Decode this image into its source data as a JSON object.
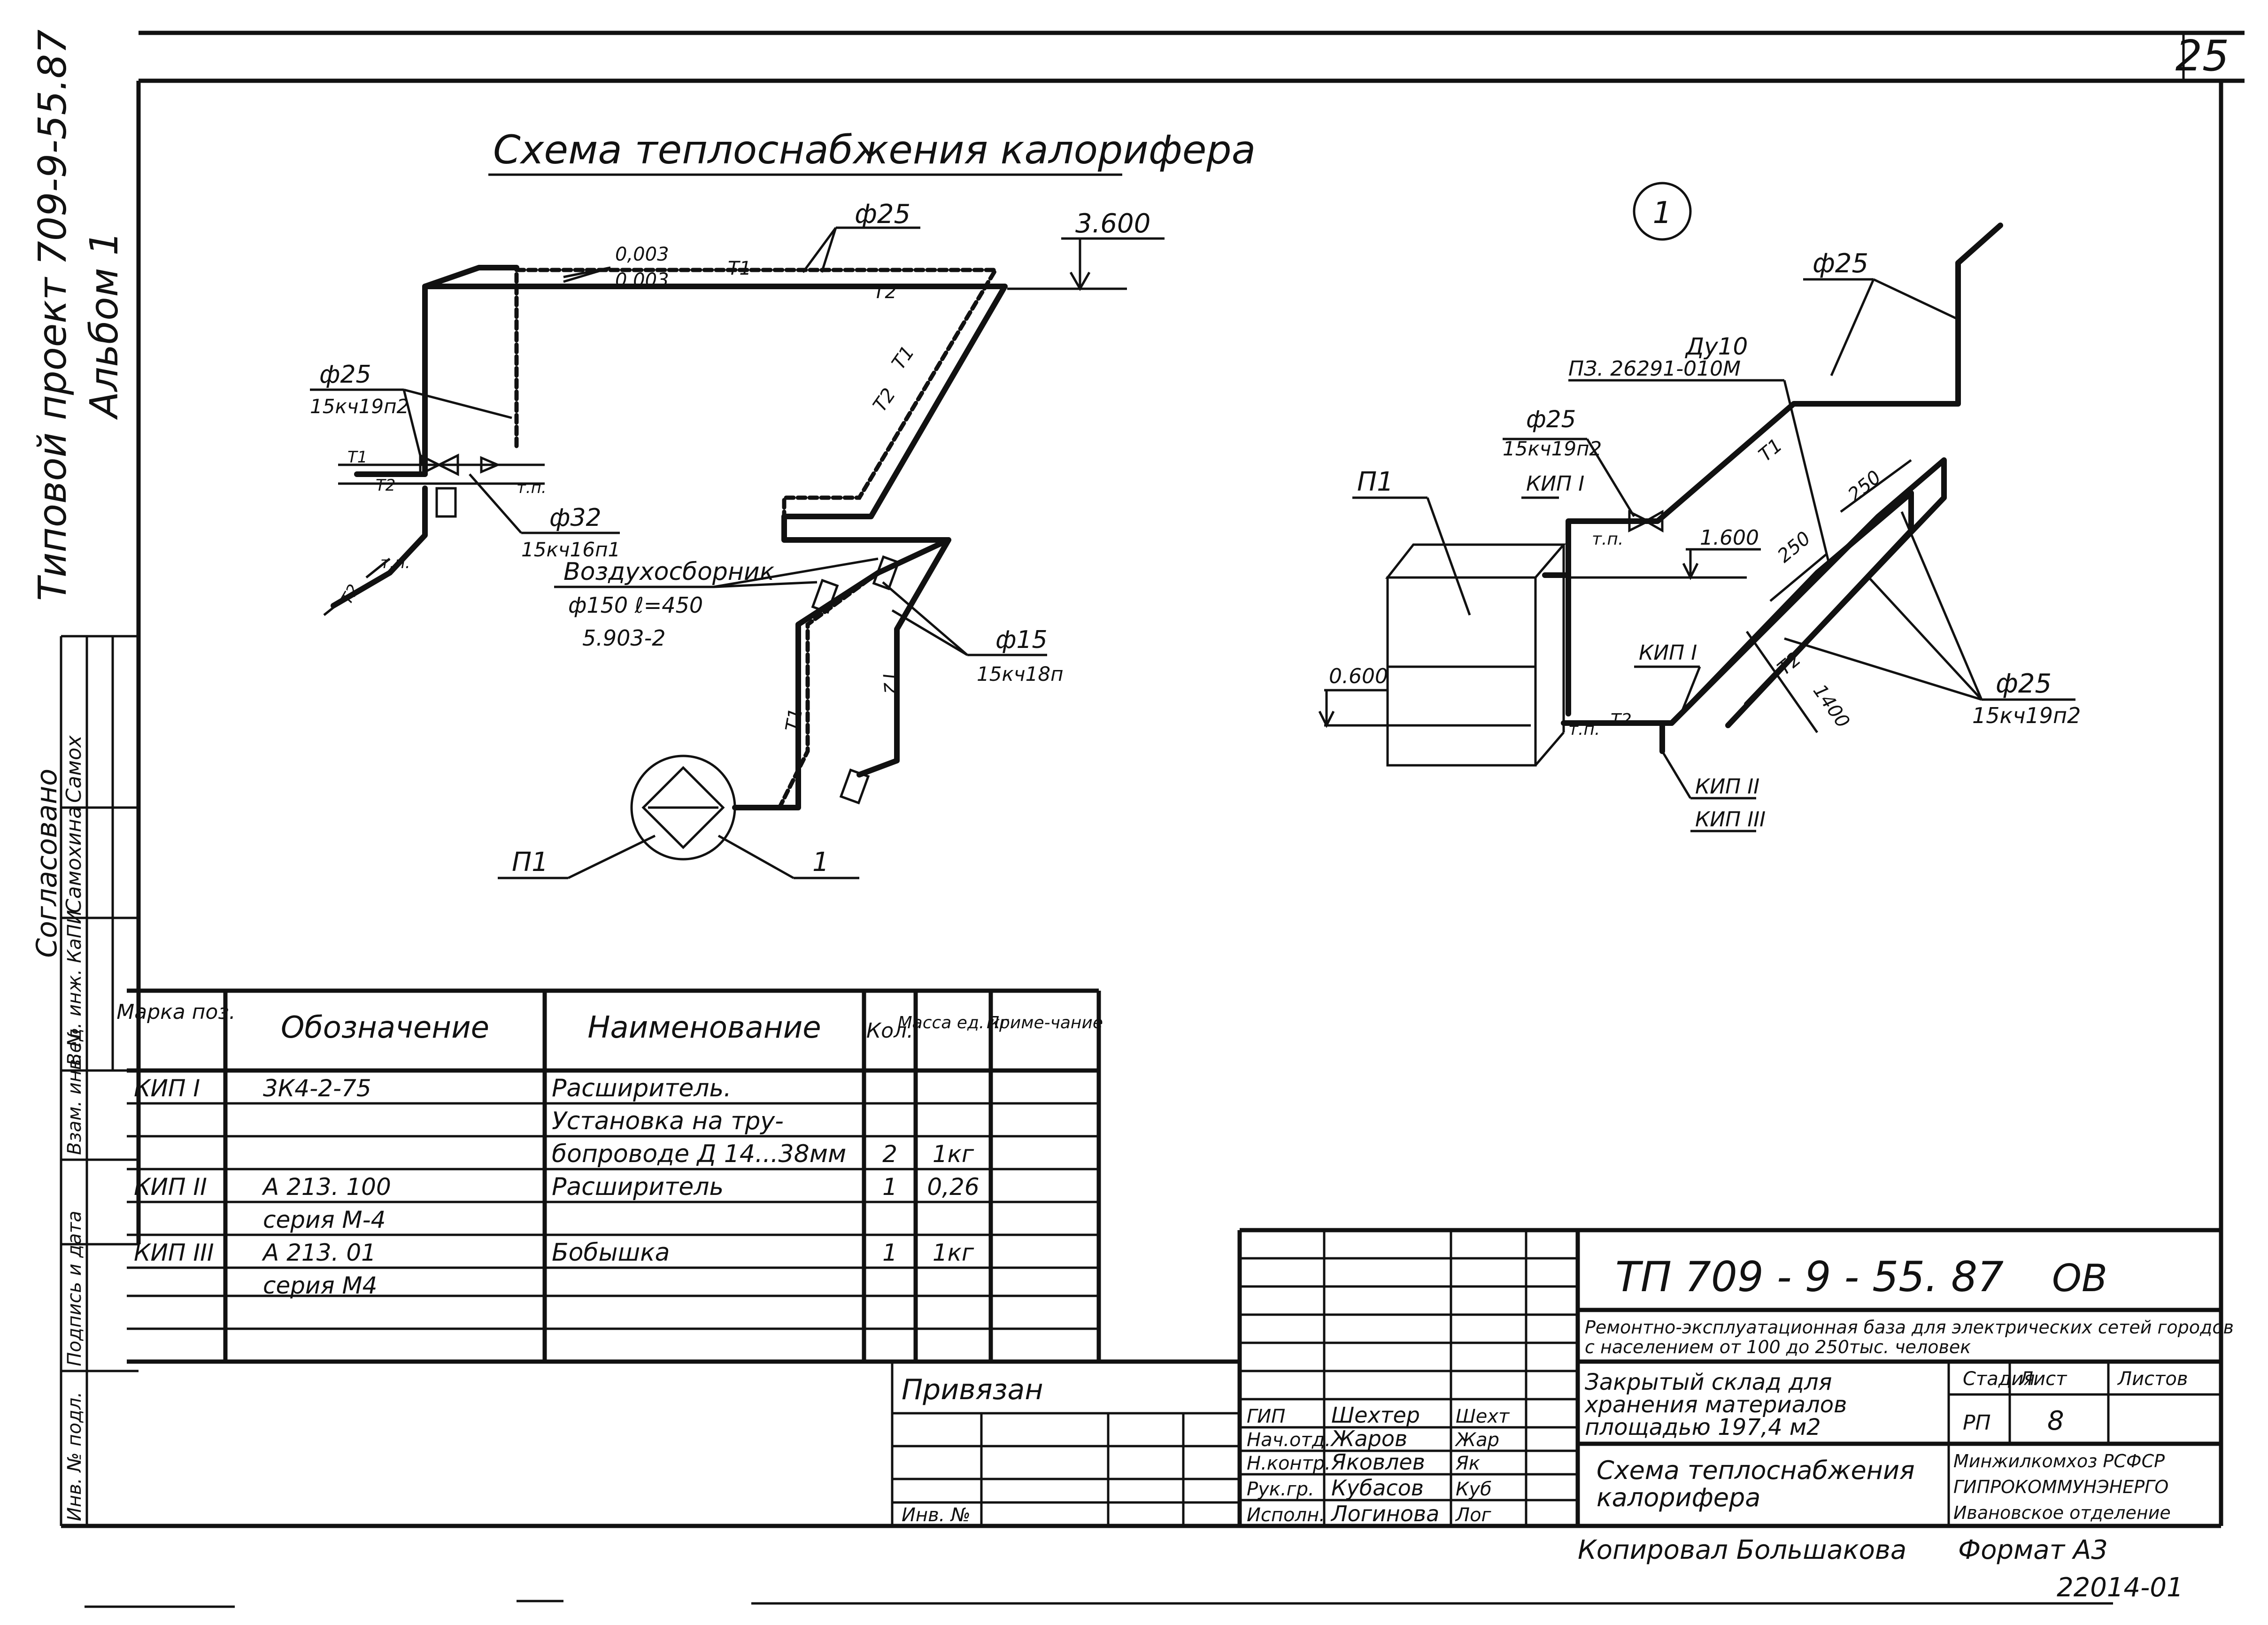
{
  "sheet_number": "25",
  "left_strip": {
    "project_line": "Типовой проект 709-9-55.87",
    "album": "Альбом 1",
    "agreed": "Согласовано",
    "agreed_person": "Самохина",
    "agreed_sign": "Самох",
    "fields": [
      "Вед. инж. КаПИ",
      "Взам. инв. №",
      "Подпись и дата",
      "Инв. № подл."
    ]
  },
  "diagram_left": {
    "title": "Схема теплоснабжения калорифера",
    "labels": {
      "d25_top": "ф25",
      "elev_3600": "3.600",
      "slope_1": "0,003",
      "slope_2": "0,003",
      "t1": "Т1",
      "t2": "Т2",
      "d25_left": "ф25",
      "valve_25": "15кч19п2",
      "tp": "т.п.",
      "d32": "ф32",
      "valve_32": "15кч16п1",
      "air_collector": "Воздухосборник",
      "air_collector_spec": "ф150 ℓ=450",
      "air_collector_series": "5.903-2",
      "d15": "ф15",
      "valve_15": "15кч18п",
      "p1": "П1",
      "pos1": "1"
    }
  },
  "diagram_right": {
    "node": "1",
    "labels": {
      "d25_top": "ф25",
      "du10": "Ду10",
      "pz": "ПЗ. 26291-010М",
      "d25_valve": "ф25",
      "valve": "15кч19п2",
      "kip1": "КИП I",
      "kip1b": "КИП I",
      "kip23a": "КИП II",
      "kip23b": "КИП III",
      "tp": "т.п.",
      "elev_1600": "1.600",
      "elev_0600": "0.600",
      "p1": "П1",
      "t1": "Т1",
      "t2": "Т2",
      "d250a": "250",
      "d250b": "250",
      "d1400": "1400",
      "d25_bottom": "ф25",
      "valve_bottom": "15кч19п2"
    }
  },
  "spec_table": {
    "headers": [
      "Марка поз.",
      "Обозначение",
      "Наименование",
      "Кол.",
      "Масса ед. кг",
      "Приме-чание"
    ],
    "rows": [
      [
        "КИП I",
        "3К4-2-75",
        "Расширитель.",
        "",
        "",
        ""
      ],
      [
        "",
        "",
        "Установка на тру-",
        "",
        "",
        ""
      ],
      [
        "",
        "",
        "бопроводе Д 14...38мм",
        "2",
        "1кг",
        ""
      ],
      [
        "КИП II",
        "А 213. 100",
        "Расширитель",
        "1",
        "0,26",
        ""
      ],
      [
        "",
        "серия  М-4",
        "",
        "",
        "",
        ""
      ],
      [
        "КИП III",
        "А 213. 01",
        "Бобышка",
        "1",
        "1кг",
        ""
      ],
      [
        "",
        "серия  М4",
        "",
        "",
        "",
        ""
      ],
      [
        "",
        "",
        "",
        "",
        "",
        ""
      ]
    ]
  },
  "binding": {
    "title": "Привязан",
    "inv": "Инв. №"
  },
  "title_block": {
    "code": "ТП 709 - 9 - 55. 87",
    "mark": "ОВ",
    "project_name": "Ремонтно-эксплуатационная база для электрических сетей городов с населением от 100 до 250тыс. человек",
    "object_name": "Закрытый склад для хранения материалов площадью 197,4 м2",
    "sheet_name": "Схема теплоснабжения калорифера",
    "stage_label": "Стадия",
    "sheet_label": "Лист",
    "sheets_label": "Листов",
    "stage": "РП",
    "sheet": "8",
    "org": [
      "Минжилкомхоз РСФСР",
      "ГИПРОКОММУНЭНЕРГО",
      "Ивановское отделение"
    ],
    "people": [
      {
        "role": "ГИП",
        "name": "Шехтер",
        "sign": "Шехт"
      },
      {
        "role": "Нач.отд.",
        "name": "Жаров",
        "sign": "Жар"
      },
      {
        "role": "Н.контр.",
        "name": "Яковлев",
        "sign": "Як"
      },
      {
        "role": "Рук.гр.",
        "name": "Кубасов",
        "sign": "Куб"
      },
      {
        "role": "Исполн.",
        "name": "Логинова",
        "sign": "Лог"
      }
    ]
  },
  "footer": {
    "copied": "Копировал Большакова",
    "format": "Формат А3",
    "number": "22014-01"
  }
}
